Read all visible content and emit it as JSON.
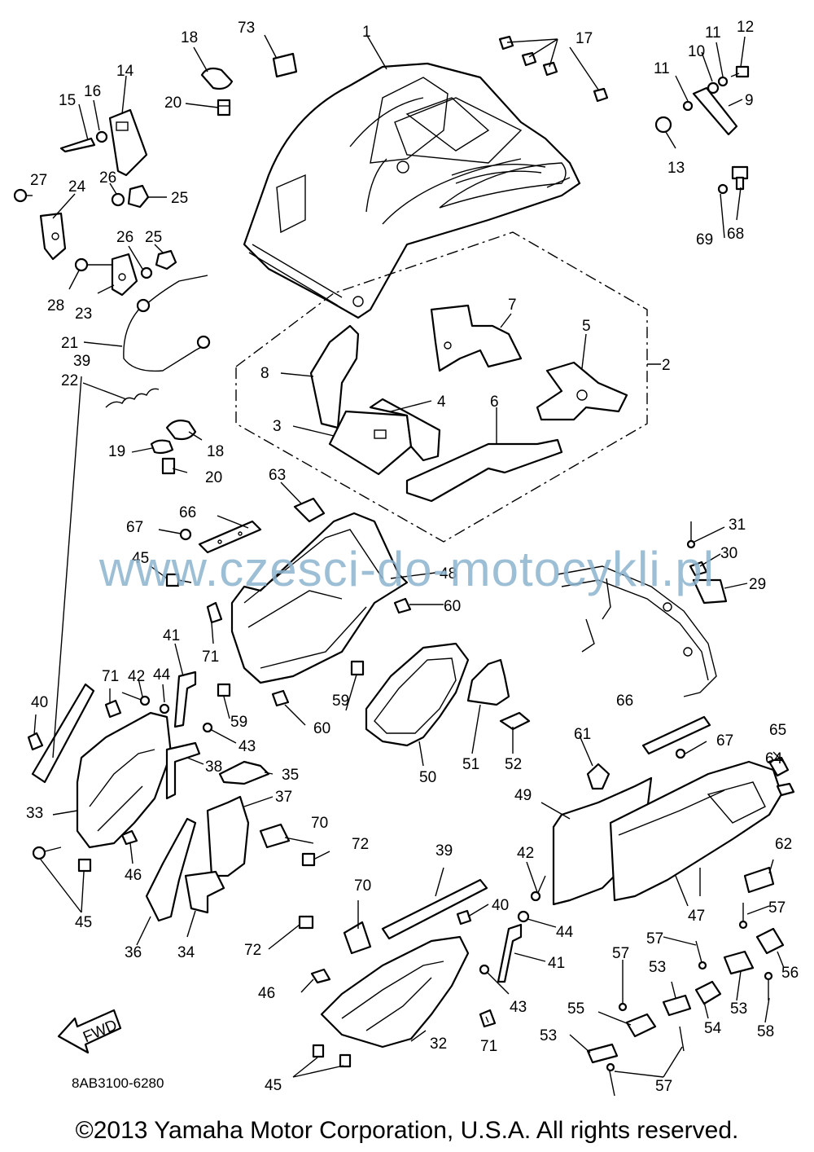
{
  "watermark": "www.czesci-do-motocykli.pl",
  "reference_code": "8AB3100-6280",
  "copyright": "©2013 Yamaha Motor Corporation, U.S.A. All rights reserved.",
  "fwd_label": "FWD",
  "callouts": {
    "c1": "1",
    "c2": "2",
    "c3": "3",
    "c4": "4",
    "c5": "5",
    "c6": "6",
    "c7": "7",
    "c8": "8",
    "c9": "9",
    "c10": "10",
    "c11a": "11",
    "c11b": "11",
    "c12": "12",
    "c13": "13",
    "c14": "14",
    "c15": "15",
    "c16": "16",
    "c17": "17",
    "c18a": "18",
    "c18b": "18",
    "c19": "19",
    "c20a": "20",
    "c20b": "20",
    "c21": "21",
    "c22": "22",
    "c23": "23",
    "c24": "24",
    "c25a": "25",
    "c25b": "25",
    "c26a": "26",
    "c26b": "26",
    "c27": "27",
    "c28": "28",
    "c29": "29",
    "c30": "30",
    "c31": "31",
    "c32": "32",
    "c33": "33",
    "c34": "34",
    "c35": "35",
    "c36": "36",
    "c37": "37",
    "c38": "38",
    "c39a": "39",
    "c39b": "39",
    "c40a": "40",
    "c40b": "40",
    "c41a": "41",
    "c41b": "41",
    "c42a": "42",
    "c42b": "42",
    "c43a": "43",
    "c43b": "43",
    "c44a": "44",
    "c44b": "44",
    "c45a": "45",
    "c45b": "45",
    "c45c": "45",
    "c46a": "46",
    "c46b": "46",
    "c47": "47",
    "c48": "48",
    "c49": "49",
    "c50": "50",
    "c51": "51",
    "c52": "52",
    "c53a": "53",
    "c53b": "53",
    "c53c": "53",
    "c54": "54",
    "c55": "55",
    "c56": "56",
    "c57a": "57",
    "c57b": "57",
    "c57c": "57",
    "c57d": "57",
    "c58": "58",
    "c59a": "59",
    "c59b": "59",
    "c60a": "60",
    "c60b": "60",
    "c61": "61",
    "c62": "62",
    "c63": "63",
    "c64": "64",
    "c65": "65",
    "c66a": "66",
    "c66b": "66",
    "c67a": "67",
    "c67b": "67",
    "c68": "68",
    "c69": "69",
    "c70a": "70",
    "c70b": "70",
    "c71a": "71",
    "c71b": "71",
    "c71c": "71",
    "c72a": "72",
    "c72b": "72",
    "c73": "73"
  },
  "colors": {
    "ink": "#000000",
    "paper": "#ffffff",
    "watermark": "#8db4cf"
  }
}
